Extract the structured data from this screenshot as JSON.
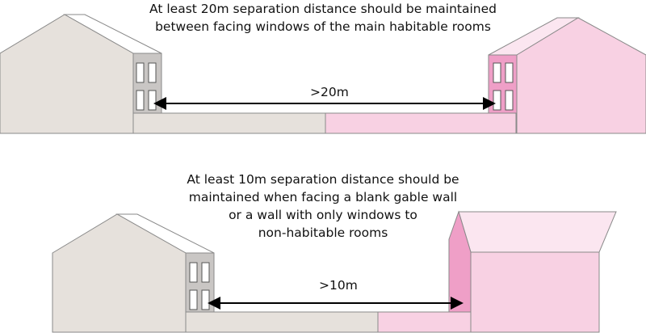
{
  "colors": {
    "house_grey": "#e6e1dc",
    "wall_grey": "#c9c6c4",
    "house_pink": "#f8d1e3",
    "wall_pink": "#ef9fc7",
    "roof_edge": "#d0cccc",
    "outline": "#8a8a8a"
  },
  "diagram_top": {
    "caption_lines": [
      "At least 20m separation distance should be maintained",
      "between facing windows of the main habitable rooms"
    ],
    "distance_label": ">20m"
  },
  "diagram_bottom": {
    "caption_lines": [
      "At least 10m separation distance should be",
      "maintained when facing a blank gable wall",
      "or a wall with only windows to",
      "non-habitable rooms"
    ],
    "distance_label": ">10m"
  }
}
